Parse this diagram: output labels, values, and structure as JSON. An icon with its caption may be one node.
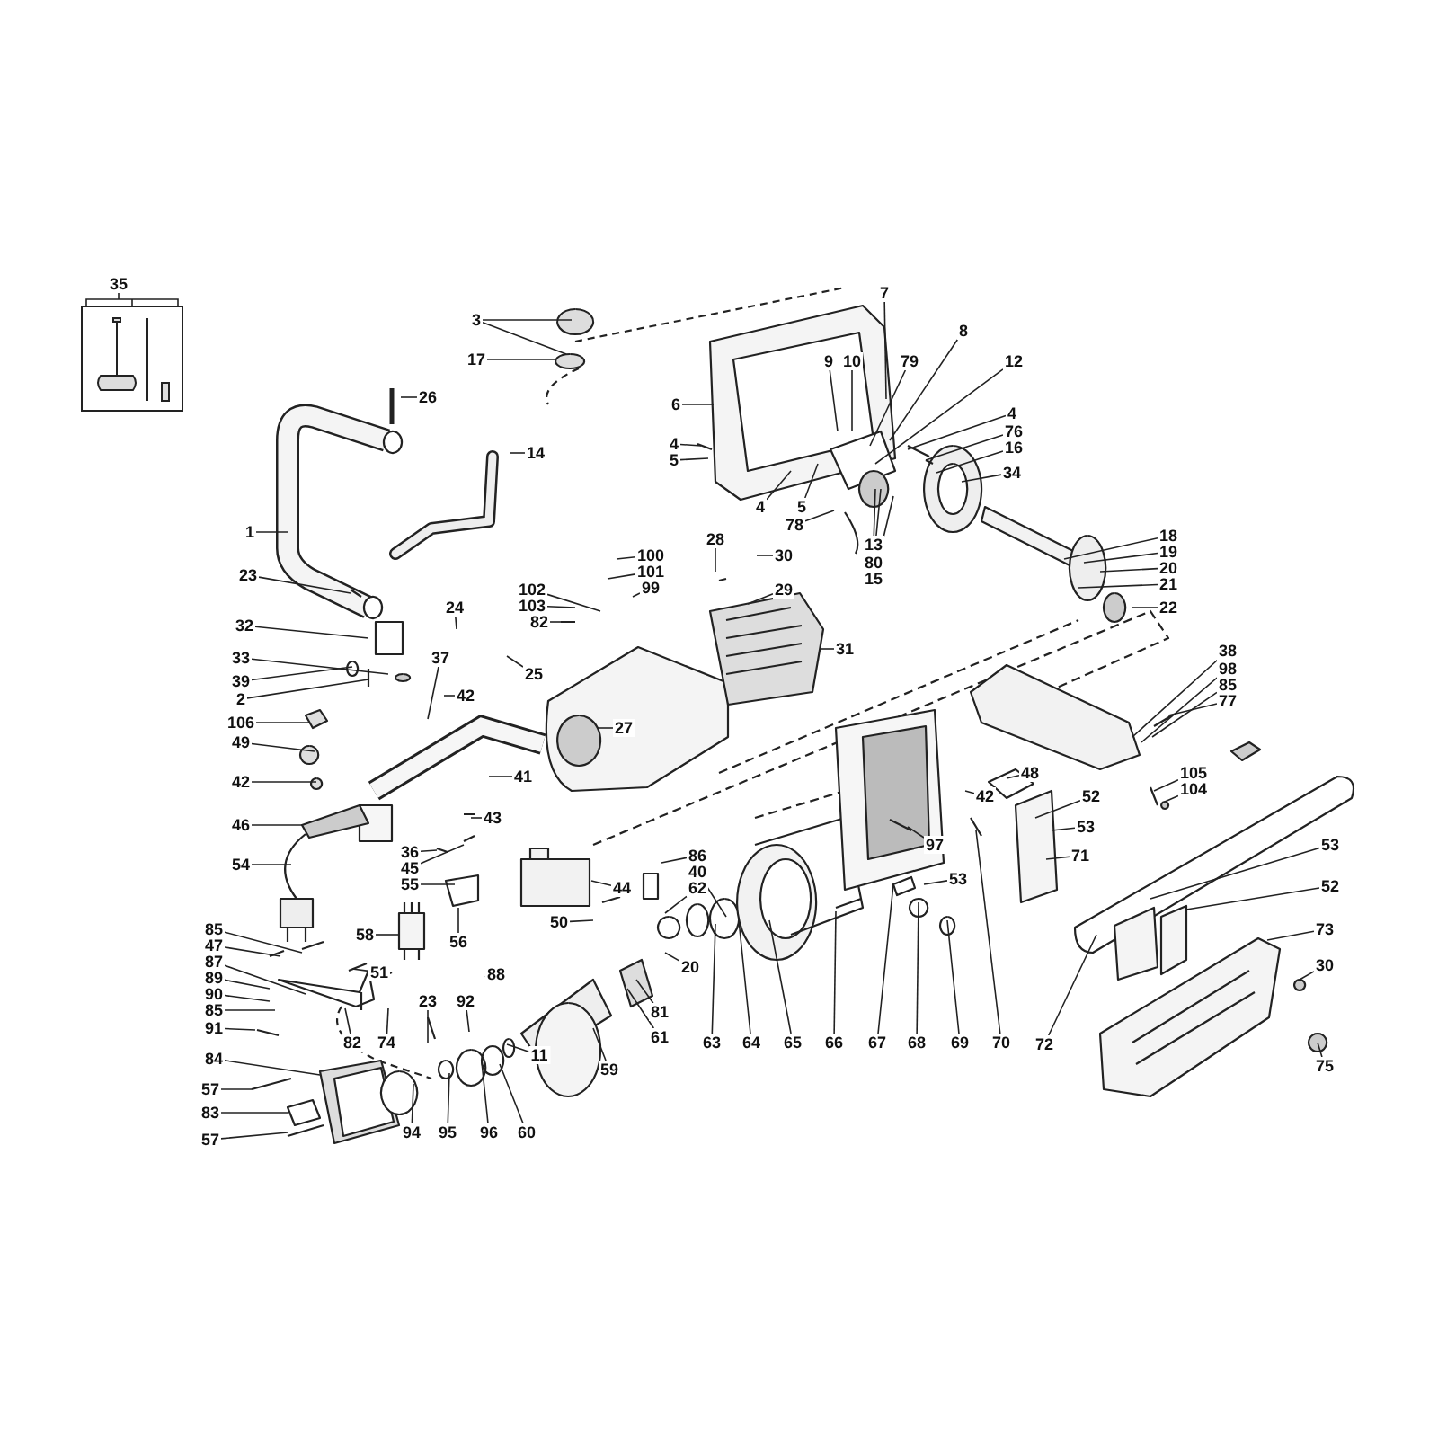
{
  "diagram": {
    "nodes": [
      {
        "text": [
          "35"
        ]
      },
      {
        "text": [],
        "shape": "picture"
      },
      {
        "text": [
          "26"
        ]
      },
      {
        "text": [
          "14"
        ]
      },
      {
        "text": [
          "1"
        ]
      },
      {
        "text": [
          "23"
        ]
      },
      {
        "text": [
          "32"
        ]
      },
      {
        "text": [
          "33"
        ]
      },
      {
        "text": [
          "39"
        ]
      },
      {
        "text": [
          "2"
        ]
      },
      {
        "text": [
          "106"
        ]
      },
      {
        "text": [
          "49"
        ]
      },
      {
        "text": [
          "42"
        ]
      },
      {
        "text": [
          "46"
        ]
      },
      {
        "text": [
          "54"
        ]
      },
      {
        "text": [
          "85"
        ]
      },
      {
        "text": [
          "47"
        ]
      },
      {
        "text": [
          "87"
        ]
      },
      {
        "text": [
          "89"
        ]
      },
      {
        "text": [
          "90"
        ]
      },
      {
        "text": [
          "85"
        ]
      },
      {
        "text": [
          "91"
        ]
      },
      {
        "text": [
          "84"
        ]
      },
      {
        "text": [
          "57"
        ]
      },
      {
        "text": [
          "83"
        ]
      },
      {
        "text": [
          "57"
        ]
      },
      {
        "text": [
          "3"
        ]
      },
      {
        "text": [
          "17"
        ]
      },
      {
        "text": [
          "6"
        ]
      },
      {
        "text": [
          "4"
        ]
      },
      {
        "text": [
          "5"
        ]
      },
      {
        "text": [
          "7"
        ]
      },
      {
        "text": [
          "8"
        ]
      },
      {
        "text": [
          "9"
        ]
      },
      {
        "text": [
          "10"
        ]
      },
      {
        "text": [
          "79"
        ]
      },
      {
        "text": [
          "12"
        ]
      },
      {
        "text": [
          "4"
        ]
      },
      {
        "text": [
          "76"
        ]
      },
      {
        "text": [
          "16"
        ]
      },
      {
        "text": [
          "34"
        ]
      },
      {
        "text": [
          "4"
        ]
      },
      {
        "text": [
          "5"
        ]
      },
      {
        "text": [
          "78"
        ]
      },
      {
        "text": [
          "13"
        ]
      },
      {
        "text": [
          "80"
        ]
      },
      {
        "text": [
          "15"
        ]
      },
      {
        "text": [
          "18"
        ]
      },
      {
        "text": [
          "19"
        ]
      },
      {
        "text": [
          "20"
        ]
      },
      {
        "text": [
          "21"
        ]
      },
      {
        "text": [
          "22"
        ]
      },
      {
        "text": [
          "28"
        ]
      },
      {
        "text": [
          "30"
        ]
      },
      {
        "text": [
          "29"
        ]
      },
      {
        "text": [
          "100"
        ]
      },
      {
        "text": [
          "101"
        ]
      },
      {
        "text": [
          "99"
        ]
      },
      {
        "text": [
          "102"
        ]
      },
      {
        "text": [
          "103"
        ]
      },
      {
        "text": [
          "82"
        ]
      },
      {
        "text": [
          "24"
        ]
      },
      {
        "text": [
          "25"
        ]
      },
      {
        "text": [
          "31"
        ]
      },
      {
        "text": [
          "37"
        ]
      },
      {
        "text": [
          "42"
        ]
      },
      {
        "text": [
          "27"
        ]
      },
      {
        "text": [
          "41"
        ]
      },
      {
        "text": [
          "43"
        ]
      },
      {
        "text": [
          "36"
        ]
      },
      {
        "text": [
          "45"
        ]
      },
      {
        "text": [
          "44"
        ]
      },
      {
        "text": [
          "55"
        ]
      },
      {
        "text": [
          "56"
        ]
      },
      {
        "text": [
          "58"
        ]
      },
      {
        "text": [
          "51"
        ]
      },
      {
        "text": [
          "74"
        ]
      },
      {
        "text": [
          "82"
        ]
      },
      {
        "text": [
          "50"
        ]
      },
      {
        "text": [
          "86"
        ]
      },
      {
        "text": [
          "40"
        ]
      },
      {
        "text": [
          "62"
        ]
      },
      {
        "text": [
          "20"
        ]
      },
      {
        "text": [
          "81"
        ]
      },
      {
        "text": [
          "61"
        ]
      },
      {
        "text": [
          "59"
        ]
      },
      {
        "text": [
          "63"
        ]
      },
      {
        "text": [
          "64"
        ]
      },
      {
        "text": [
          "65"
        ]
      },
      {
        "text": [
          "66"
        ]
      },
      {
        "text": [
          "67"
        ]
      },
      {
        "text": [
          "68"
        ]
      },
      {
        "text": [
          "69"
        ]
      },
      {
        "text": [
          "70"
        ]
      },
      {
        "text": [
          "72"
        ]
      },
      {
        "text": [
          "97"
        ]
      },
      {
        "text": [
          "53"
        ]
      },
      {
        "text": [
          "48"
        ]
      },
      {
        "text": [
          "42"
        ]
      },
      {
        "text": [
          "52"
        ]
      },
      {
        "text": [
          "53"
        ]
      },
      {
        "text": [
          "71"
        ]
      },
      {
        "text": [
          "38"
        ]
      },
      {
        "text": [
          "98"
        ]
      },
      {
        "text": [
          "85"
        ]
      },
      {
        "text": [
          "77"
        ]
      },
      {
        "text": [
          "105"
        ]
      },
      {
        "text": [
          "104"
        ]
      },
      {
        "text": [
          "53"
        ]
      },
      {
        "text": [
          "52"
        ]
      },
      {
        "text": [
          "73"
        ]
      },
      {
        "text": [
          "30"
        ]
      },
      {
        "text": [
          "75"
        ]
      },
      {
        "text": [
          "23"
        ]
      },
      {
        "text": [
          "92"
        ]
      },
      {
        "text": [
          "11"
        ]
      },
      {
        "text": [
          "60"
        ]
      },
      {
        "text": [
          "94"
        ]
      },
      {
        "text": [
          "95"
        ]
      },
      {
        "text": [
          "96"
        ]
      },
      {
        "text": [
          "88"
        ]
      }
    ],
    "edges": [
      {
        "from": 0,
        "to": 1,
        "arrow": "none"
      },
      {
        "from": 2,
        "to": null,
        "arrow": "none"
      },
      {
        "from": 3,
        "to": null,
        "arrow": "none"
      },
      {
        "from": 4,
        "to": null,
        "arrow": "none"
      },
      {
        "from": 5,
        "to": null,
        "arrow": "none"
      },
      {
        "from": 6,
        "to": null,
        "arrow": "none"
      },
      {
        "from": 7,
        "to": null,
        "arrow": "none"
      },
      {
        "from": 8,
        "to": null,
        "arrow": "none"
      },
      {
        "from": 9,
        "to": null,
        "arrow": "none"
      },
      {
        "from": 10,
        "to": null,
        "arrow": "none"
      },
      {
        "from": 11,
        "to": null,
        "arrow": "none"
      },
      {
        "from": 12,
        "to": null,
        "arrow": "none"
      },
      {
        "from": 13,
        "to": null,
        "arrow": "none"
      },
      {
        "from": 14,
        "to": null,
        "arrow": "none"
      },
      {
        "from": 15,
        "to": null,
        "arrow": "none"
      },
      {
        "from": 16,
        "to": null,
        "arrow": "none"
      },
      {
        "from": 17,
        "to": null,
        "arrow": "none"
      },
      {
        "from": 18,
        "to": null,
        "arrow": "none"
      },
      {
        "from": 19,
        "to": null,
        "arrow": "none"
      },
      {
        "from": 20,
        "to": null,
        "arrow": "none"
      },
      {
        "from": 21,
        "to": null,
        "arrow": "none"
      },
      {
        "from": 22,
        "to": null,
        "arrow": "none"
      },
      {
        "from": 23,
        "to": null,
        "arrow": "none"
      },
      {
        "from": 24,
        "to": null,
        "arrow": "none"
      },
      {
        "from": 25,
        "to": null,
        "arrow": "none"
      },
      {
        "from": 26,
        "to": null,
        "arrow": "none"
      },
      {
        "from": 27,
        "to": null,
        "arrow": "none"
      },
      {
        "from": 28,
        "to": null,
        "arrow": "none"
      },
      {
        "from": 29,
        "to": null,
        "arrow": "none"
      },
      {
        "from": 30,
        "to": null,
        "arrow": "none"
      },
      {
        "from": 31,
        "to": null,
        "arrow": "none"
      },
      {
        "from": 32,
        "to": null,
        "arrow": "none"
      },
      {
        "from": 33,
        "to": null,
        "arrow": "none"
      },
      {
        "from": 34,
        "to": null,
        "arrow": "none"
      },
      {
        "from": 35,
        "to": null,
        "arrow": "none"
      },
      {
        "from": 36,
        "to": null,
        "arrow": "none"
      },
      {
        "from": 37,
        "to": null,
        "arrow": "none"
      },
      {
        "from": 38,
        "to": null,
        "arrow": "none"
      },
      {
        "from": 39,
        "to": null,
        "arrow": "none"
      },
      {
        "from": 40,
        "to": null,
        "arrow": "none"
      },
      {
        "from": 41,
        "to": null,
        "arrow": "none"
      },
      {
        "from": 42,
        "to": null,
        "arrow": "none"
      },
      {
        "from": 43,
        "to": null,
        "arrow": "none"
      },
      {
        "from": 44,
        "to": null,
        "arrow": "none"
      },
      {
        "from": 45,
        "to": null,
        "arrow": "none"
      },
      {
        "from": 46,
        "to": null,
        "arrow": "none"
      },
      {
        "from": 47,
        "to": null,
        "arrow": "none"
      },
      {
        "from": 48,
        "to": null,
        "arrow": "none"
      },
      {
        "from": 49,
        "to": null,
        "arrow": "none"
      },
      {
        "from": 50,
        "to": null,
        "arrow": "none"
      },
      {
        "from": 51,
        "to": null,
        "arrow": "none"
      },
      {
        "from": 52,
        "to": null,
        "arrow": "none"
      },
      {
        "from": 53,
        "to": null,
        "arrow": "none"
      },
      {
        "from": 54,
        "to": null,
        "arrow": "none"
      },
      {
        "from": 55,
        "to": null,
        "arrow": "none"
      },
      {
        "from": 56,
        "to": null,
        "arrow": "none"
      },
      {
        "from": 57,
        "to": null,
        "arrow": "none"
      },
      {
        "from": 58,
        "to": null,
        "arrow": "none"
      },
      {
        "from": 59,
        "to": null,
        "arrow": "none"
      },
      {
        "from": 60,
        "to": null,
        "arrow": "none"
      },
      {
        "from": 61,
        "to": null,
        "arrow": "none"
      },
      {
        "from": 62,
        "to": null,
        "arrow": "none"
      },
      {
        "from": 63,
        "to": null,
        "arrow": "none"
      },
      {
        "from": 64,
        "to": null,
        "arrow": "none"
      },
      {
        "from": 65,
        "to": null,
        "arrow": "none"
      },
      {
        "from": 66,
        "to": null,
        "arrow": "none"
      },
      {
        "from": 67,
        "to": null,
        "arrow": "none"
      },
      {
        "from": 68,
        "to": null,
        "arrow": "none"
      },
      {
        "from": 69,
        "to": null,
        "arrow": "none"
      },
      {
        "from": 70,
        "to": null,
        "arrow": "none"
      },
      {
        "from": 71,
        "to": null,
        "arrow": "none"
      },
      {
        "from": 72,
        "to": null,
        "arrow": "none"
      },
      {
        "from": 73,
        "to": null,
        "arrow": "none"
      },
      {
        "from": 74,
        "to": null,
        "arrow": "none"
      },
      {
        "from": 75,
        "to": null,
        "arrow": "none"
      },
      {
        "from": 76,
        "to": null,
        "arrow": "none"
      },
      {
        "from": 77,
        "to": null,
        "arrow": "none"
      },
      {
        "from": 78,
        "to": null,
        "arrow": "none"
      },
      {
        "from": 79,
        "to": null,
        "arrow": "none"
      },
      {
        "from": 80,
        "to": null,
        "arrow": "none"
      },
      {
        "from": 81,
        "to": null,
        "arrow": "none"
      },
      {
        "from": 82,
        "to": null,
        "arrow": "none"
      },
      {
        "from": 83,
        "to": null,
        "arrow": "none"
      },
      {
        "from": 84,
        "to": null,
        "arrow": "none"
      },
      {
        "from": 85,
        "to": null,
        "arrow": "none"
      },
      {
        "from": 86,
        "to": null,
        "arrow": "none"
      },
      {
        "from": 87,
        "to": null,
        "arrow": "none"
      },
      {
        "from": 88,
        "to": null,
        "arrow": "none"
      },
      {
        "from": 89,
        "to": null,
        "arrow": "none"
      },
      {
        "from": 90,
        "to": null,
        "arrow": "none"
      },
      {
        "from": 91,
        "to": null,
        "arrow": "none"
      },
      {
        "from": 92,
        "to": null,
        "arrow": "none"
      },
      {
        "from": 93,
        "to": null,
        "arrow": "none"
      },
      {
        "from": 94,
        "to": null,
        "arrow": "none"
      },
      {
        "from": 95,
        "to": null,
        "arrow": "none"
      },
      {
        "from": 96,
        "to": null,
        "arrow": "none"
      },
      {
        "from": 97,
        "to": null,
        "arrow": "none"
      },
      {
        "from": 98,
        "to": null,
        "arrow": "none"
      },
      {
        "from": 99,
        "to": null,
        "arrow": "none"
      },
      {
        "from": 100,
        "to": null,
        "arrow": "none"
      },
      {
        "from": 101,
        "to": null,
        "arrow": "none"
      },
      {
        "from": 102,
        "to": null,
        "arrow": "none"
      },
      {
        "from": 103,
        "to": null,
        "arrow": "none"
      },
      {
        "from": 104,
        "to": null,
        "arrow": "none"
      },
      {
        "from": 105,
        "to": null,
        "arrow": "none"
      },
      {
        "from": 106,
        "to": null,
        "arrow": "none"
      },
      {
        "from": 107,
        "to": null,
        "arrow": "none"
      },
      {
        "from": 108,
        "to": null,
        "arrow": "none"
      },
      {
        "from": 109,
        "to": null,
        "arrow": "none"
      },
      {
        "from": 110,
        "to": null,
        "arrow": "none"
      },
      {
        "from": 111,
        "to": null,
        "arrow": "none"
      },
      {
        "from": 112,
        "to": null,
        "arrow": "none"
      },
      {
        "from": 113,
        "to": null,
        "arrow": "none"
      },
      {
        "from": 114,
        "to": null,
        "arrow": "none"
      },
      {
        "from": 115,
        "to": null,
        "arrow": "none"
      },
      {
        "from": 116,
        "to": null,
        "arrow": "none"
      },
      {
        "from": 117,
        "to": null,
        "arrow": "none"
      },
      {
        "from": 118,
        "to": null,
        "arrow": "none"
      },
      {
        "from": 119,
        "to": null,
        "arrow": "none"
      },
      {
        "from": 26,
        "to": null,
        "arrow": "none"
      }
    ]
  }
}
